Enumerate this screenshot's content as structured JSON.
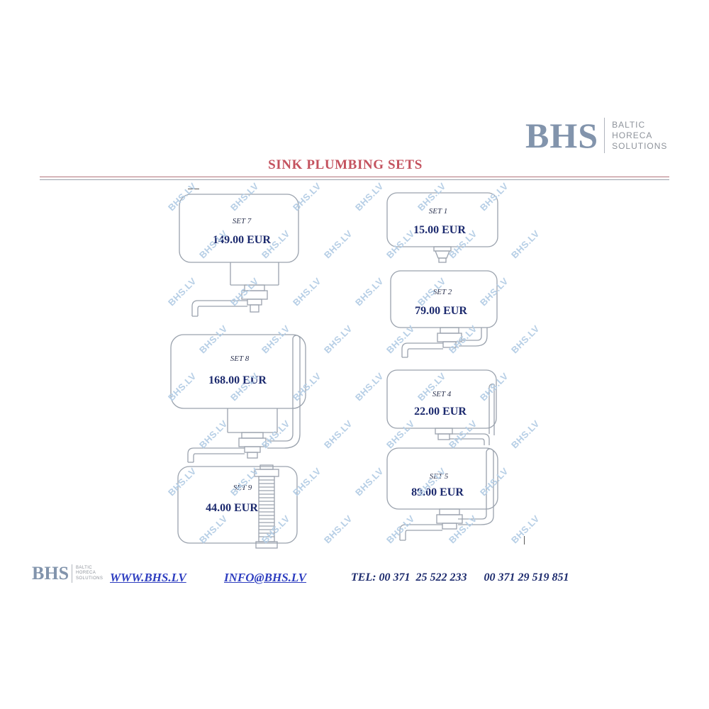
{
  "page": {
    "title": "SINK PLUMBING SETS"
  },
  "logo": {
    "text": "BHS",
    "tagline": [
      "BALTIC",
      "HORECA",
      "SOLUTIONS"
    ]
  },
  "watermark": {
    "text": "BHS.LV"
  },
  "products": {
    "left": [
      {
        "set": "SET 7",
        "price": "149.00 EUR"
      },
      {
        "set": "SET 8",
        "price": "168.00 EUR"
      },
      {
        "set": "SET 9",
        "price": "44.00 EUR"
      }
    ],
    "right": [
      {
        "set": "SET 1",
        "price": "15.00 EUR"
      },
      {
        "set": "SET 2",
        "price": "79.00 EUR"
      },
      {
        "set": "SET 4",
        "price": "22.00 EUR"
      },
      {
        "set": "SET 5",
        "price": "89.00 EUR"
      }
    ]
  },
  "footer": {
    "website": "WWW.BHS.LV",
    "email": "INFO@BHS.LV",
    "phone": "TEL: 00 371  25 522 233      00 371 29 519 851"
  }
}
